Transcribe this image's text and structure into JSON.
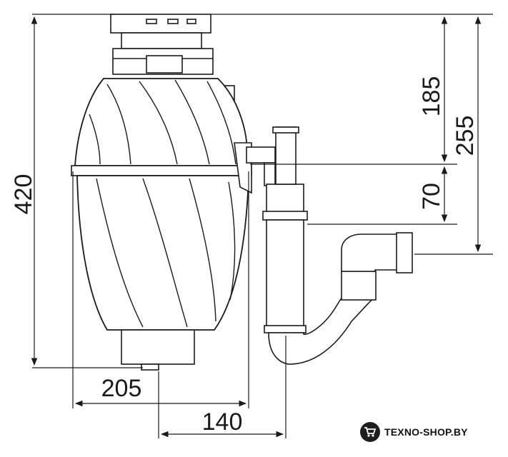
{
  "dimensions": {
    "overall_height": "420",
    "inlet_to_outlet": "185",
    "inlet_to_trap_outlet": "255",
    "outlet_to_trap": "70",
    "body_width": "205",
    "drain_offset": "140"
  },
  "watermark": {
    "text": "TEXNO-SHOP.BY"
  },
  "colors": {
    "line": "#1a1a1a",
    "background": "#ffffff",
    "badge": "#1e1e1e"
  },
  "icons": {
    "badge": "cart-icon"
  }
}
